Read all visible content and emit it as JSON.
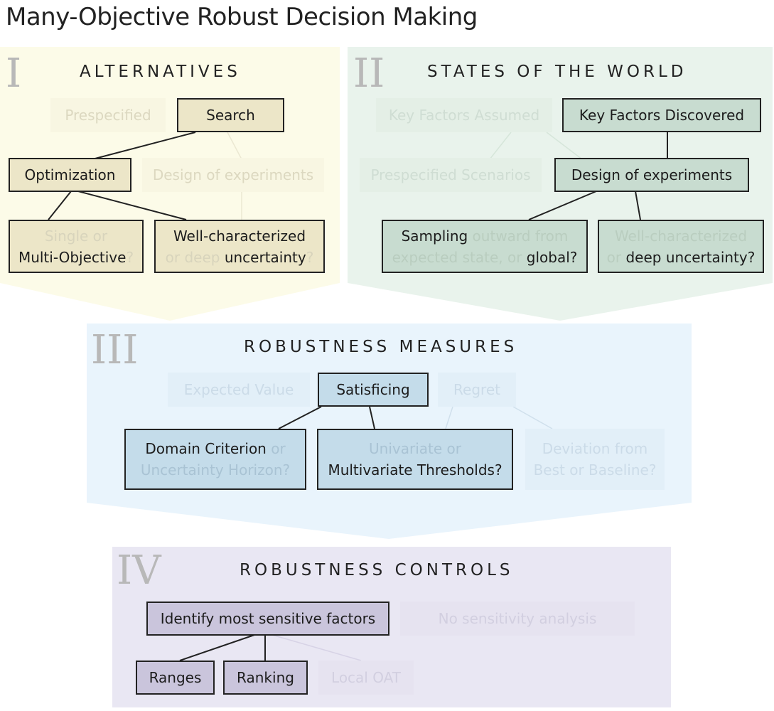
{
  "title": "Many-Objective Robust Decision Making",
  "panels": {
    "p1": {
      "numeral": "I",
      "heading": "ALTERNATIVES",
      "prespecified": "Prespecified",
      "search": "Search",
      "optimization": "Optimization",
      "design": "Design of experiments",
      "objective_line1": "Single or",
      "objective_line2_a": "Multi-Objective",
      "objective_line2_b": "?",
      "uncertainty_line1": "Well-characterized",
      "uncertainty_line2_a": "or deep ",
      "uncertainty_line2_b": "uncertainty",
      "uncertainty_line2_c": "?"
    },
    "p2": {
      "numeral": "II",
      "heading": "STATES OF THE WORLD",
      "assumed": "Key Factors Assumed",
      "discovered": "Key Factors Discovered",
      "scenarios": "Prespecified Scenarios",
      "design": "Design of experiments",
      "sampling_line1_a": "Sampling",
      "sampling_line1_b": " outward from",
      "sampling_line2_a": "expected state, or ",
      "sampling_line2_b": "global?",
      "uncertainty_line1": "Well-characterized",
      "uncertainty_line2_a": "or ",
      "uncertainty_line2_b": "deep uncertainty?"
    },
    "p3": {
      "numeral": "III",
      "heading": "ROBUSTNESS MEASURES",
      "expected": "Expected Value",
      "satisficing": "Satisficing",
      "regret": "Regret",
      "domain_line1_a": "Domain Criterion",
      "domain_line1_b": " or",
      "domain_line2": "Uncertainty Horizon?",
      "thresholds_line1": "Univariate or",
      "thresholds_line2": "Multivariate Thresholds?",
      "deviation_line1": "Deviation from",
      "deviation_line2": "Best or Baseline?"
    },
    "p4": {
      "numeral": "IV",
      "heading": "ROBUSTNESS CONTROLS",
      "identify": "Identify most sensitive factors",
      "nosensitivity": "No sensitivity analysis",
      "ranges": "Ranges",
      "ranking": "Ranking",
      "localoat": "Local OAT"
    }
  },
  "colors": {
    "alternatives_bg": "#fcfbe8",
    "states_bg": "#e9f3ec",
    "measures_bg": "#e9f4fc",
    "controls_bg": "#e9e7f3",
    "numeral": "#b8b8b8",
    "active_border": "#222222"
  }
}
